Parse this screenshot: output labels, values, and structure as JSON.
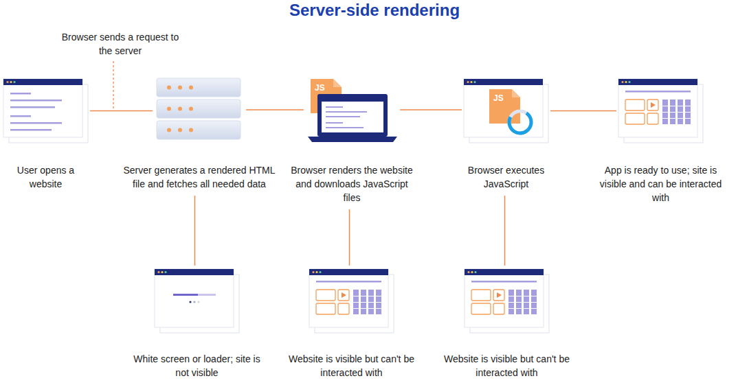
{
  "diagram": {
    "title": "Server-side rendering",
    "nodes": [
      {
        "text": [
          "User opens a website"
        ]
      },
      {
        "text": [
          "Server generates a rendered HTML file and fetches all needed data"
        ]
      },
      {
        "text": [
          "Browser renders the website and downloads JavaScript files"
        ]
      },
      {
        "text": [
          "Browser executes JavaScript"
        ]
      },
      {
        "text": [
          "App is ready to use; site is visible and can be interacted with"
        ]
      },
      {
        "text": [
          "White screen or loader; site is not visible"
        ]
      },
      {
        "text": [
          "Website is visible but can't be interacted with"
        ]
      },
      {
        "text": [
          "Website is visible but can't be interacted with"
        ]
      }
    ],
    "edges": [
      {
        "from": 0,
        "to": 1,
        "arrow": "none"
      },
      {
        "from": 1,
        "to": 2,
        "arrow": "none"
      },
      {
        "from": 2,
        "to": 3,
        "arrow": "none"
      },
      {
        "from": 3,
        "to": 4,
        "arrow": "none"
      },
      {
        "from": 1,
        "to": 5,
        "arrow": "none"
      },
      {
        "from": 2,
        "to": 6,
        "arrow": "none"
      },
      {
        "from": 3,
        "to": 7,
        "arrow": "none"
      }
    ],
    "labels": [
      "Browser sends a request to the server",
      "JS",
      "JS"
    ]
  }
}
